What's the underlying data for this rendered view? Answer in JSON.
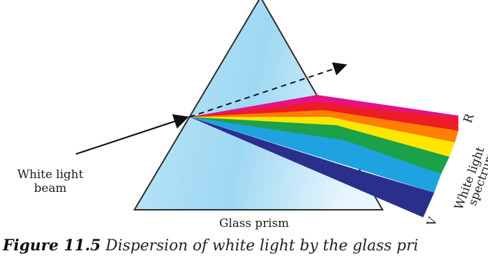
{
  "diagram": {
    "beam_label_line1": "White light",
    "beam_label_line2": "beam",
    "prism_label": "Glass prism",
    "spectrum_label_line1": "White light",
    "spectrum_label_line2": "spectrum",
    "red_end_label": "R",
    "violet_end_label": "V"
  },
  "caption": {
    "figure_number": "Figure 11.5",
    "text": " Dispersion of white light by the glass pri"
  },
  "colors": {
    "prism_fill_light": "#eef8fe",
    "prism_fill_dark": "#8fd0f0",
    "prism_stroke": "#2a2a2a",
    "spectrum": [
      "#e4128a",
      "#ee1c25",
      "#ff7f00",
      "#ffe600",
      "#1aa14a",
      "#1fa2e0",
      "#2b2f8c"
    ]
  }
}
